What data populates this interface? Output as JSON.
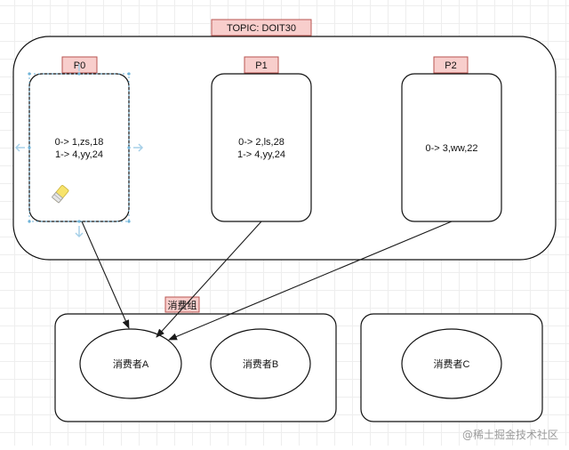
{
  "colors": {
    "tag_fill": "#f8cecc",
    "tag_stroke": "#b85450",
    "box_stroke": "#111111",
    "grid": "#eeeeee",
    "selection": "#6fb3d8"
  },
  "topic": {
    "label": "TOPIC:  DOIT30",
    "partitions": [
      {
        "label": "P0",
        "lines": [
          "0-> 1,zs,18",
          "1-> 4,yy,24"
        ]
      },
      {
        "label": "P1",
        "lines": [
          "0-> 2,ls,28",
          "1-> 4,yy,24"
        ]
      },
      {
        "label": "P2",
        "lines": [
          "0->  3,ww,22"
        ]
      }
    ]
  },
  "consumer_group": {
    "label": "消费组",
    "consumers": [
      {
        "label": "消费者A"
      },
      {
        "label": "消费者B"
      }
    ]
  },
  "other_group": {
    "consumers": [
      {
        "label": "消费者C"
      }
    ]
  },
  "edges": [
    {
      "from": "P0",
      "to": "消费者A"
    },
    {
      "from": "P1",
      "to": "消费者A"
    },
    {
      "from": "P2",
      "to": "消费者A"
    }
  ],
  "watermark": "@稀土掘金技术社区"
}
